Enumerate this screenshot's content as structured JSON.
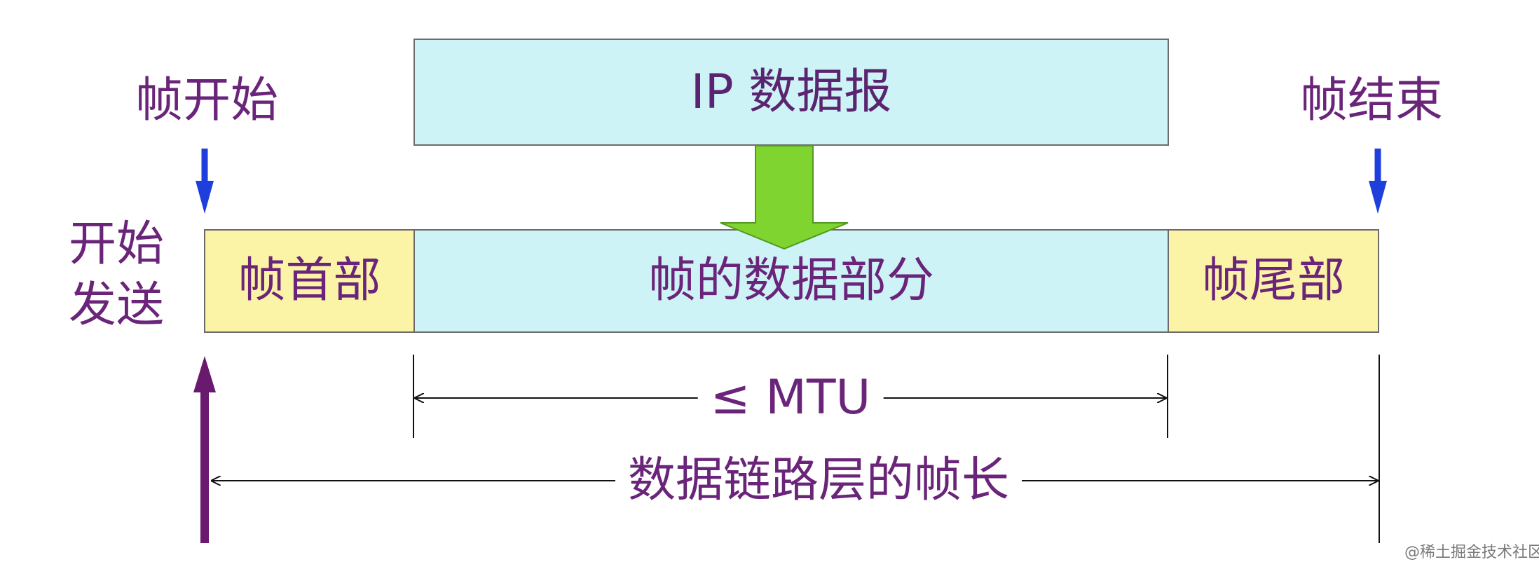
{
  "labels": {
    "frame_start": "帧开始",
    "frame_end": "帧结束",
    "start_send_line1": "开始",
    "start_send_line2": "发送"
  },
  "boxes": {
    "ip_datagram": "IP 数据报",
    "frame_header": "帧首部",
    "frame_data": "帧的数据部分",
    "frame_trailer": "帧尾部"
  },
  "dimensions": {
    "mtu": "≤ MTU",
    "frame_length": "数据链路层的帧长"
  },
  "watermark": "@稀土掘金技术社区",
  "colors": {
    "text_purple": "#6a2479",
    "box_blue": "#cdf3f7",
    "box_yellow": "#fbf4a6",
    "arrow_blue": "#1f3fdc",
    "arrow_green": "#7fd42f",
    "arrow_purple": "#6a1a6e"
  }
}
